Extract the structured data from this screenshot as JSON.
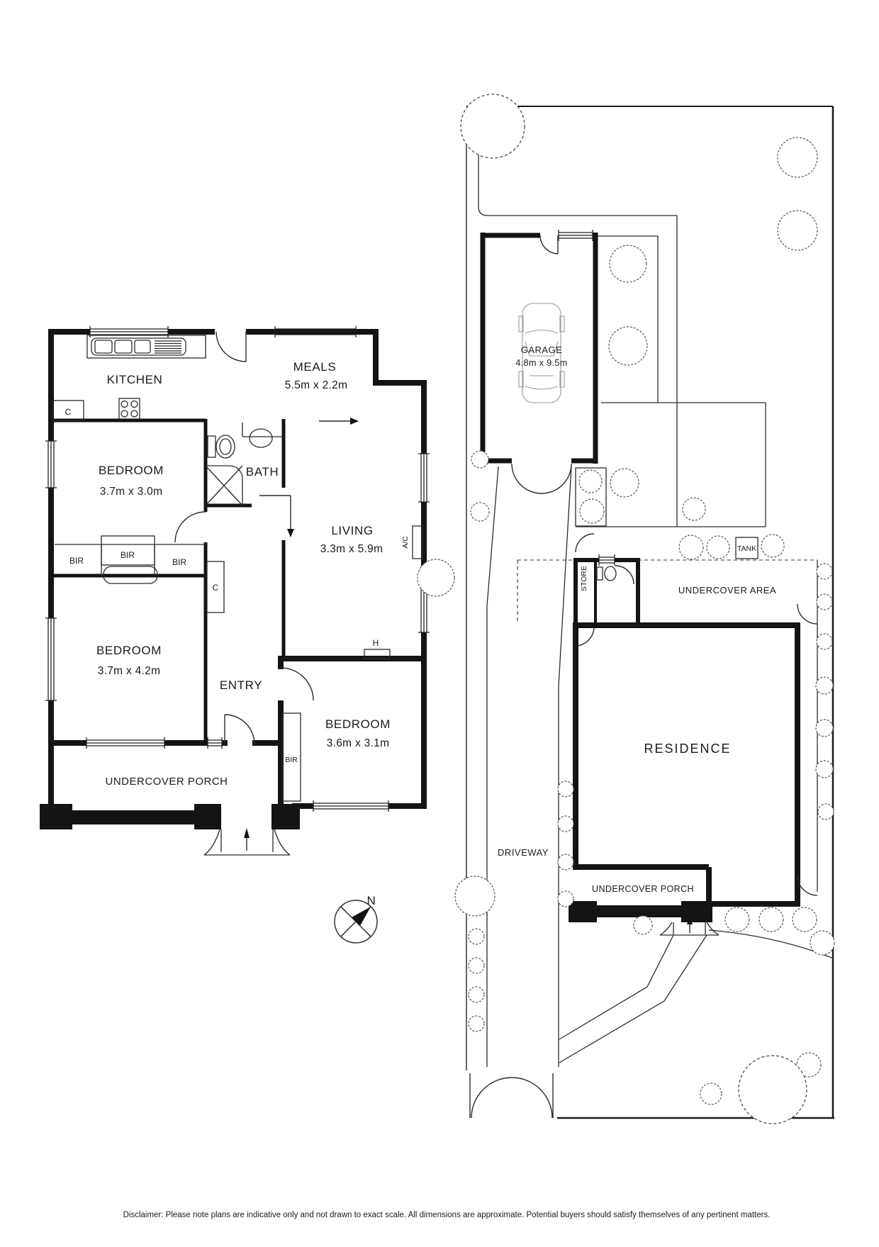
{
  "floor_plan": {
    "rooms": {
      "kitchen": {
        "name": "KITCHEN"
      },
      "meals": {
        "name": "MEALS",
        "dims": "5.5m x 2.2m"
      },
      "bedroom1": {
        "name": "BEDROOM",
        "dims": "3.7m x 3.0m"
      },
      "bath": {
        "name": "BATH"
      },
      "living": {
        "name": "LIVING",
        "dims": "3.3m x 5.9m"
      },
      "bedroom2": {
        "name": "BEDROOM",
        "dims": "3.7m x 4.2m"
      },
      "entry": {
        "name": "ENTRY"
      },
      "bedroom3": {
        "name": "BEDROOM",
        "dims": "3.6m x 3.1m"
      },
      "porch": {
        "name": "UNDERCOVER PORCH"
      }
    },
    "fixtures": {
      "built_in_robe": "BIR",
      "closet": "C",
      "heater": "H",
      "air_conditioner": "A/C"
    },
    "compass": {
      "north": "N"
    }
  },
  "site_plan": {
    "garage": {
      "name": "GARAGE",
      "dims": "4.8m x 9.5m"
    },
    "labels": {
      "tank": "TANK",
      "store": "STORE",
      "undercover_area": "UNDERCOVER AREA",
      "residence": "RESIDENCE",
      "driveway": "DRIVEWAY",
      "porch": "UNDERCOVER PORCH"
    }
  },
  "footer": {
    "disclaimer": "Disclaimer: Please note plans are indicative only and not drawn to exact scale. All dimensions are approximate. Potential buyers should satisfy themselves of any pertinent matters."
  }
}
